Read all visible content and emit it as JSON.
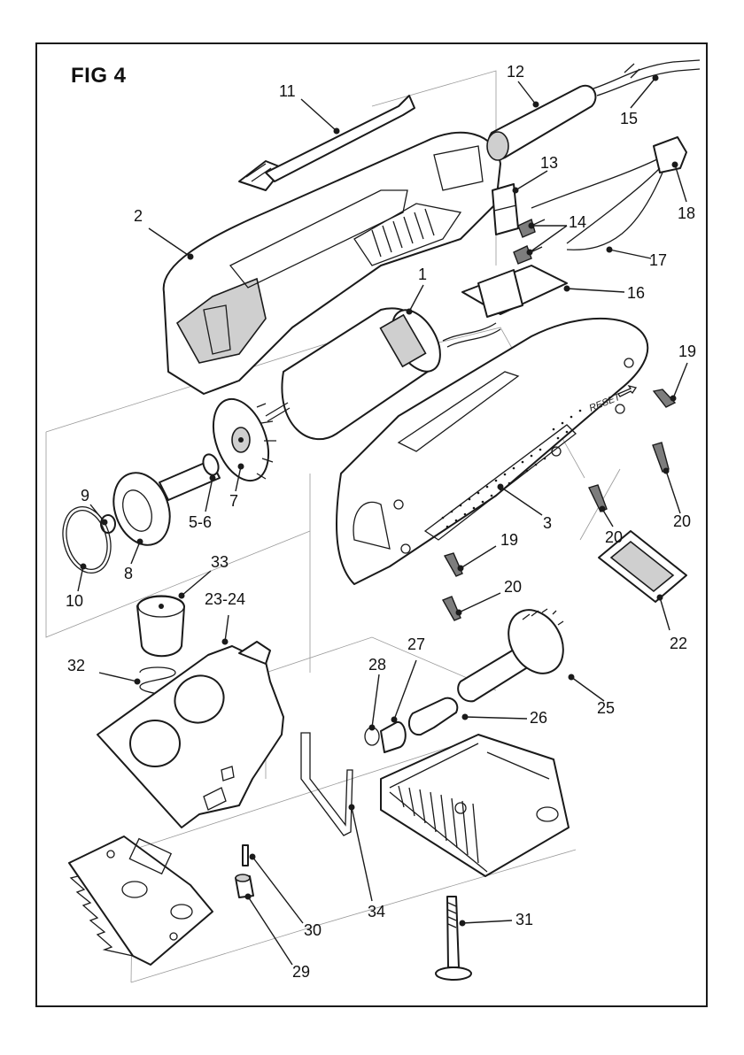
{
  "figure": {
    "title": "FIG 4",
    "reset_mark": "RESET"
  },
  "labels": [
    {
      "id": "11",
      "text": "11"
    },
    {
      "id": "12",
      "text": "12"
    },
    {
      "id": "15",
      "text": "15"
    },
    {
      "id": "13",
      "text": "13"
    },
    {
      "id": "18",
      "text": "18"
    },
    {
      "id": "2",
      "text": "2"
    },
    {
      "id": "14",
      "text": "14"
    },
    {
      "id": "17",
      "text": "17"
    },
    {
      "id": "1",
      "text": "1"
    },
    {
      "id": "16",
      "text": "16"
    },
    {
      "id": "19a",
      "text": "19"
    },
    {
      "id": "9",
      "text": "9"
    },
    {
      "id": "7",
      "text": "7"
    },
    {
      "id": "5-6",
      "text": "5-6"
    },
    {
      "id": "8",
      "text": "8"
    },
    {
      "id": "10",
      "text": "10"
    },
    {
      "id": "3",
      "text": "3"
    },
    {
      "id": "20a",
      "text": "20"
    },
    {
      "id": "20b",
      "text": "20"
    },
    {
      "id": "19b",
      "text": "19"
    },
    {
      "id": "20c",
      "text": "20"
    },
    {
      "id": "33",
      "text": "33"
    },
    {
      "id": "23-24",
      "text": "23-24"
    },
    {
      "id": "22",
      "text": "22"
    },
    {
      "id": "32",
      "text": "32"
    },
    {
      "id": "27",
      "text": "27"
    },
    {
      "id": "28",
      "text": "28"
    },
    {
      "id": "25",
      "text": "25"
    },
    {
      "id": "26",
      "text": "26"
    },
    {
      "id": "34",
      "text": "34"
    },
    {
      "id": "31",
      "text": "31"
    },
    {
      "id": "30",
      "text": "30"
    },
    {
      "id": "29",
      "text": "29"
    }
  ]
}
